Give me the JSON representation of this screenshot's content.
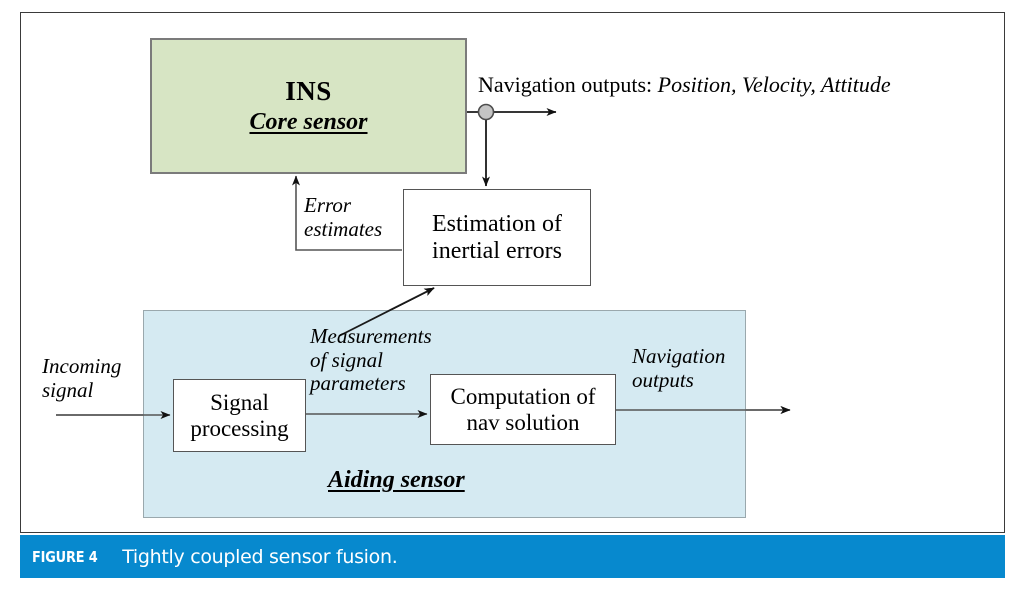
{
  "figure": {
    "caption_label": "FIGURE 4",
    "caption_text": "Tightly coupled sensor fusion.",
    "caption_bar_color": "#0789ce"
  },
  "diagram": {
    "ins_block": {
      "title": "INS",
      "subtitle": "Core sensor",
      "fill_color": "#d7e5c4",
      "border_color": "#7b7b7b"
    },
    "estimation_block": {
      "line1": "Estimation of",
      "line2": "inertial errors",
      "fill_color": "#ffffff"
    },
    "aiding_panel": {
      "label": "Aiding sensor",
      "fill_color": "#d5eaf2"
    },
    "signal_block": {
      "line1": "Signal",
      "line2": "processing",
      "fill_color": "#ffffff"
    },
    "computation_block": {
      "line1": "Computation of",
      "line2": "nav solution",
      "fill_color": "#ffffff"
    },
    "annotations": {
      "nav_outputs_prefix": "Navigation outputs: ",
      "nav_outputs_items": "Position, Velocity, Attitude",
      "error_estimates_line1": "Error",
      "error_estimates_line2": "estimates",
      "measurements_line1": "Measurements",
      "measurements_line2": "of signal",
      "measurements_line3": "parameters",
      "incoming_signal_line1": "Incoming",
      "incoming_signal_line2": "signal",
      "navigation_outputs_line1": "Navigation",
      "navigation_outputs_line2": "outputs"
    }
  }
}
